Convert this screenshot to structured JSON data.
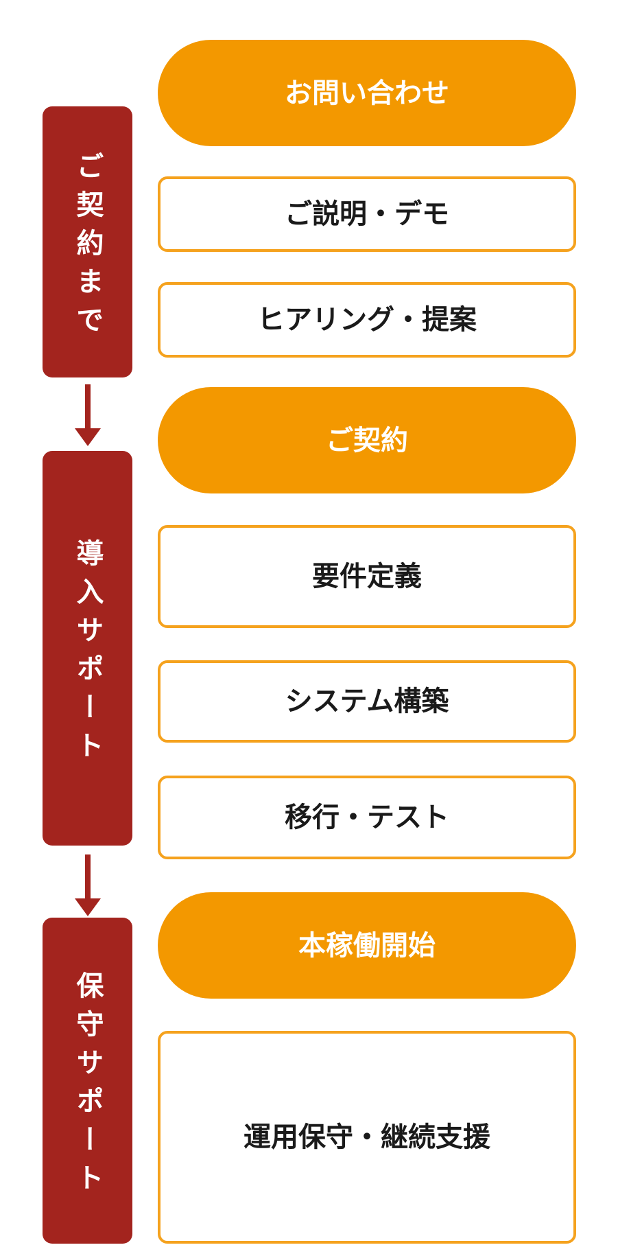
{
  "palette": {
    "orange": "#F39800",
    "red": "#A3241E",
    "box_border": "#F5A21E",
    "box_text": "#1A1A1A",
    "background": "#FFFFFF"
  },
  "icons": {
    "down_arrow": "red-triangle-css-shape"
  },
  "stages": [
    {
      "label": "ご契約まで"
    },
    {
      "label": "導入サポート"
    },
    {
      "label": "保守サポート"
    }
  ],
  "steps": [
    {
      "type": "pill",
      "label": "お問い合わせ"
    },
    {
      "type": "box",
      "label": "ご説明・デモ"
    },
    {
      "type": "box",
      "label": "ヒアリング・提案"
    },
    {
      "type": "pill",
      "label": "ご契約"
    },
    {
      "type": "box",
      "label": "要件定義"
    },
    {
      "type": "box",
      "label": "システム構築"
    },
    {
      "type": "box",
      "label": "移行・テスト"
    },
    {
      "type": "pill",
      "label": "本稼働開始"
    },
    {
      "type": "box",
      "label": "運用保守・継続支援"
    }
  ]
}
